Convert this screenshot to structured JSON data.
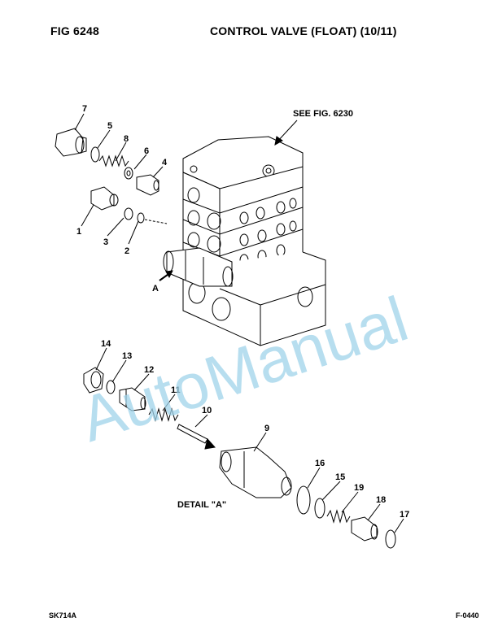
{
  "header": {
    "fig_label": "FIG    6248",
    "title": "CONTROL VALVE (FLOAT) (10/11)"
  },
  "footer": {
    "left_code": "SK714A",
    "right_code": "F-0440"
  },
  "diagram": {
    "see_ref": "SEE FIG. 6230",
    "view_label": "A",
    "detail_label": "DETAIL \"A\"",
    "callouts": {
      "c1": "1",
      "c2": "2",
      "c3": "3",
      "c4": "4",
      "c5": "5",
      "c6": "6",
      "c7": "7",
      "c8": "8",
      "c9": "9",
      "c10": "10",
      "c11": "11",
      "c12": "12",
      "c13": "13",
      "c14": "14",
      "c15": "15",
      "c16": "16",
      "c17": "17",
      "c18": "18",
      "c19": "19"
    }
  },
  "watermark": {
    "text": "AutoManual",
    "color": "#9fd3ea"
  }
}
